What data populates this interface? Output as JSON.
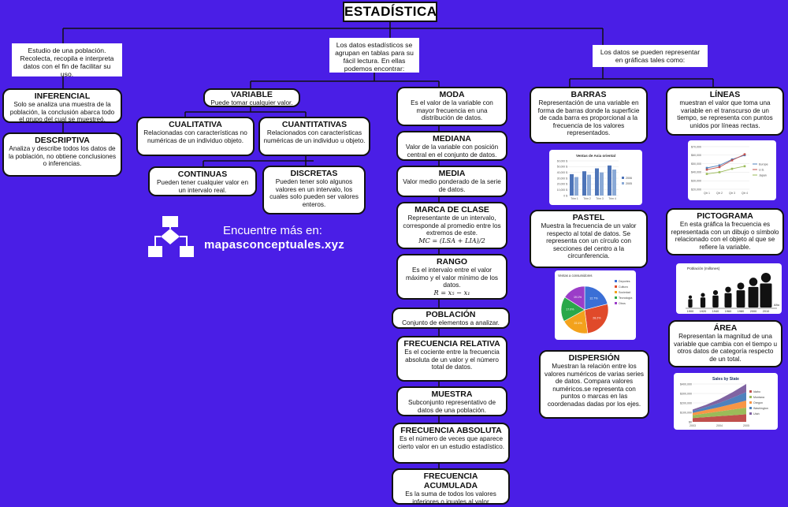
{
  "title": "ESTADÍSTICA",
  "intro": {
    "left": "Estudio de una población. Recolecta, recopila e interpreta datos con el fin de facilitar su uso.",
    "middle": "Los datos estadísticos se agrupan en tablas para su fácil lectura. En ellas podemos encontrar:",
    "right": "Los datos se pueden representar en gráficas tales como:"
  },
  "types": {
    "inferencial": {
      "title": "INFERENCIAL",
      "desc": "Solo se analiza una muestra de la población, la conclusión abarca todo el grupo del cual se muestreó."
    },
    "descriptiva": {
      "title": "DESCRIPTIVA",
      "desc": "Analiza y describe todos los datos de la población, no obtiene conclusiones o inferencias."
    }
  },
  "variable": {
    "title": "VARIABLE",
    "desc": "Puede tomar cualquier valor.",
    "cualitativa": {
      "title": "CUALITATIVA",
      "desc": "Relacionadas con características no numéricas de un individuo objeto."
    },
    "cuantitativas": {
      "title": "CUANTITATIVAS",
      "desc": "Relacionados con características numéricas de un individuo u objeto."
    },
    "continuas": {
      "title": "CONTINUAS",
      "desc": "Pueden tener cualquier valor en un intervalo real."
    },
    "discretas": {
      "title": "DISCRETAS",
      "desc": "Pueden tener solo algunos valores en un intervalo, los cuales solo pueden ser valores enteros."
    }
  },
  "brand": {
    "line1": "Encuentre más en:",
    "line2": "mapasconceptuales.xyz"
  },
  "measures": [
    {
      "title": "MODA",
      "desc": "Es el valor de la variable con mayor frecuencia en una distribución de datos."
    },
    {
      "title": "MEDIANA",
      "desc": "Valor de la variable con posición central en el conjunto de datos."
    },
    {
      "title": "MEDIA",
      "desc": "Valor medio ponderado de la serie de datos."
    },
    {
      "title": "MARCA DE CLASE",
      "desc": "Representante de un intervalo, corresponde al promedio entre los extremos de este.",
      "formula": "MC = (LSA + LIA)/2"
    },
    {
      "title": "RANGO",
      "desc": "Es el intervalo entre el valor máximo y el valor mínimo de los datos.",
      "formula": "R = x₅ − x₁"
    },
    {
      "title": "POBLACIÓN",
      "desc": "Conjunto de elementos a analizar."
    },
    {
      "title": "FRECUENCIA RELATIVA",
      "desc": "Es el cociente entre la frecuencia absoluta de un valor y el número total de datos."
    },
    {
      "title": "MUESTRA",
      "desc": "Subconjunto representativo de datos de una población."
    },
    {
      "title": "FRECUENCIA ABSOLUTA",
      "desc": "Es el número de veces que aparece cierto valor en un estudio estadístico."
    },
    {
      "title": "FRECUENCIA ACUMULADA",
      "desc": "Es la suma de todos los valores inferiores o iguales al valor considerado."
    }
  ],
  "graphs": {
    "barras": {
      "title": "BARRAS",
      "desc": "Representación de una variable en forma de barras donde la superficie de cada barra es proporcional a la frecuencia de los valores representados."
    },
    "pastel": {
      "title": "PASTEL",
      "desc": "Muestra la frecuencia de un valor respecto al total de datos. Se representa con un círculo con secciones del centro a la circunferencia."
    },
    "dispersion": {
      "title": "DISPERSIÓN",
      "desc": "Muestran la relación entre los valores numéricos de varias series de datos. Compara valores numéricos.se representa con puntos o marcas en las coordenadas dadas por los ejes."
    },
    "lineas": {
      "title": "LÍNEAS",
      "desc": "muestran el valor que toma una variable en el transcurso de un tiempo, se representa con puntos unidos por líneas rectas."
    },
    "pictograma": {
      "title": "PICTOGRAMA",
      "desc": "En esta gráfica la frecuencia es representada con un dibujo o símbolo relacionado con el objeto al que se refiere la variable."
    },
    "area": {
      "title": "ÁREA",
      "desc": "Representan la magnitud de una variable que cambia con el tiempo u otros datos de categoría respecto de un total."
    }
  },
  "thumbs": {
    "bar": {
      "title": "Ventas de Asia oriental",
      "yticks": [
        "60,000 $",
        "50,000 $",
        "40,000 $",
        "30,000 $",
        "20,000 $",
        "10,000 $",
        "0 $"
      ],
      "xticks": [
        "Trim 1",
        "Trim 2",
        "Trim 3",
        "Trim 4"
      ],
      "legend": [
        "2006",
        "2005"
      ],
      "values_a": [
        37,
        42,
        47,
        52
      ],
      "values_b": [
        32,
        36,
        40,
        45
      ]
    },
    "line": {
      "yticks": [
        "$70,000",
        "$60,000",
        "$50,000",
        "$40,000",
        "$30,000",
        "$20,000"
      ],
      "xticks": [
        "Qtr 1",
        "Qtr 2",
        "Qtr 3",
        "Qtr 4"
      ],
      "legend": [
        "Europe",
        "U.S.",
        "Japan"
      ],
      "series": [
        [
          45,
          48,
          55,
          60
        ],
        [
          43,
          46,
          54,
          61
        ],
        [
          38,
          40,
          44,
          47
        ]
      ]
    },
    "pie": {
      "title": "Ventas a consumidores",
      "labels": [
        "Deportes",
        "Cultura",
        "Sociedad",
        "Tecnología",
        "Otros"
      ],
      "pct": [
        "12.7%",
        "28.2%",
        "22.1%",
        "17.0%",
        "19.1%"
      ],
      "values": [
        21,
        27,
        19,
        17,
        16
      ],
      "colors": [
        "#3b6fd6",
        "#e04a2a",
        "#f3a21c",
        "#2aa84a",
        "#9b3dc8"
      ]
    },
    "picto": {
      "title": "Población (millones)",
      "years": [
        "1900",
        "1920",
        "1940",
        "1960",
        "1980",
        "2000",
        "2010"
      ],
      "axis": "Año",
      "heights": [
        0.35,
        0.42,
        0.5,
        0.6,
        0.72,
        0.86,
        1.0
      ]
    },
    "area": {
      "title": "Sales by State",
      "yticks": [
        "$400,000",
        "$300,000",
        "$200,000",
        "$100,000",
        "$0"
      ],
      "xticks": [
        "2003",
        "2004",
        "2005"
      ],
      "legend": [
        "Idaho",
        "Montana",
        "Oregon",
        "Washington",
        "Utah"
      ],
      "colors": [
        "#c0504d",
        "#9bbb59",
        "#f79646",
        "#4f81bd",
        "#8064a2"
      ]
    }
  }
}
